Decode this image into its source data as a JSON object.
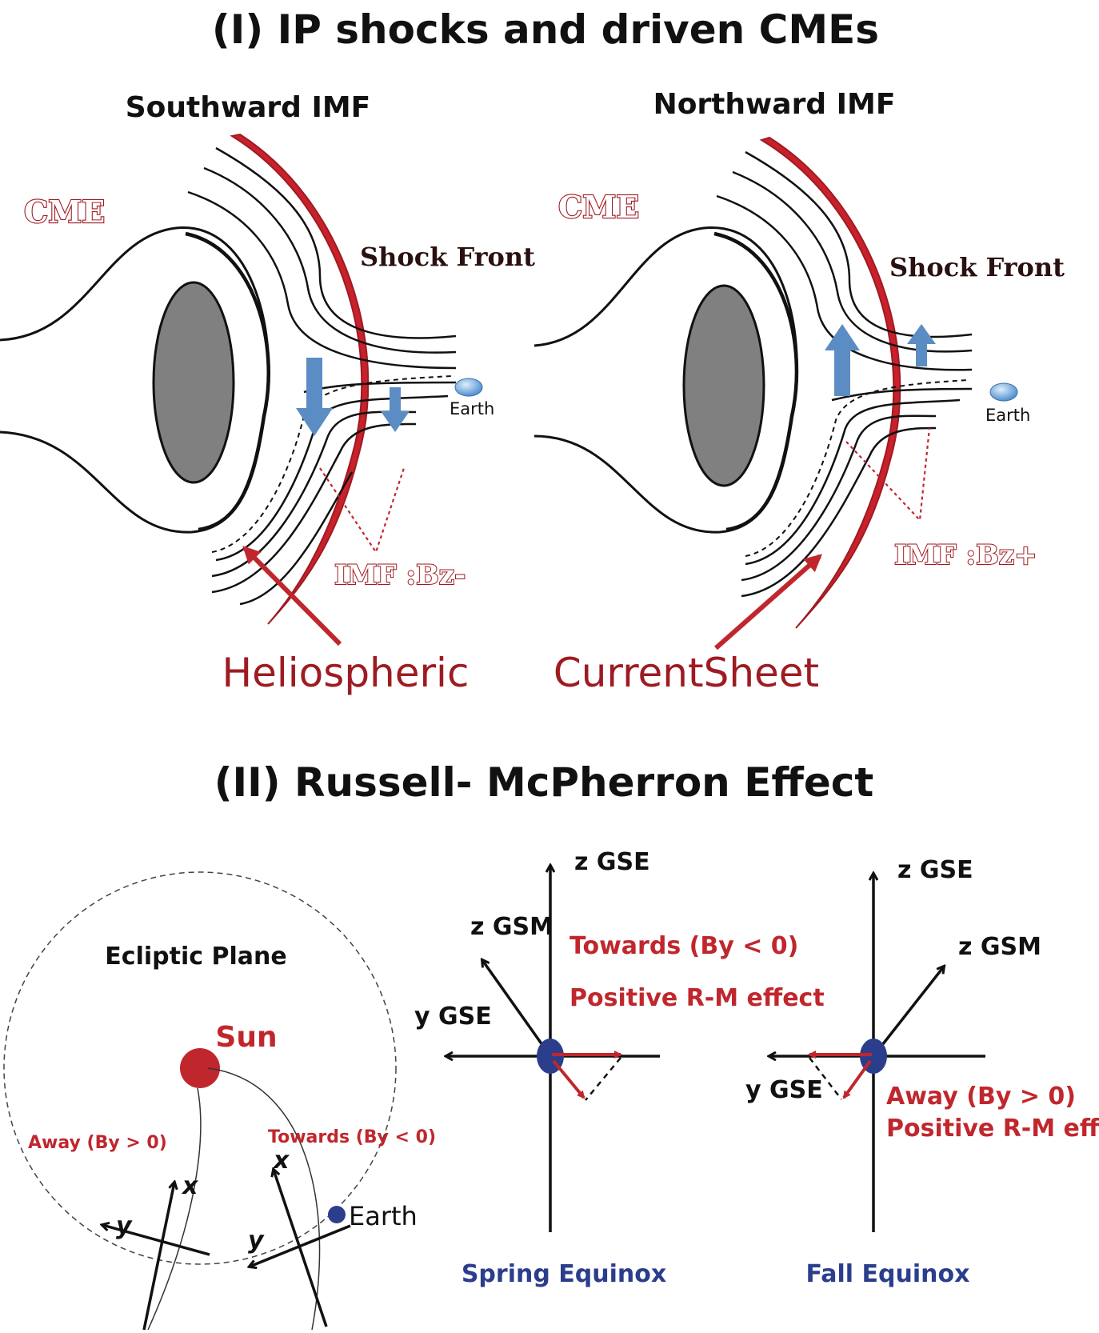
{
  "section1": {
    "title": "(I)  IP shocks and driven CMEs",
    "left": {
      "heading": "Southward IMF",
      "cme": "CME",
      "shock": "Shock Front",
      "earth": "Earth",
      "imf": "IMF :Bz-"
    },
    "right": {
      "heading": "Northward IMF",
      "cme": "CME",
      "shock": "Shock Front",
      "earth": "Earth",
      "imf": "IMF :Bz+"
    },
    "hcs_word1": "Heliospheric",
    "hcs_word2": "CurrentSheet"
  },
  "section2": {
    "title": "(II)  Russell- McPherron  Effect",
    "ecliptic": {
      "label": "Ecliptic Plane",
      "sun": "Sun",
      "away": "Away (By > 0)",
      "towards": "Towards (By < 0)",
      "earth": "Earth",
      "x1": "x",
      "y1": "y",
      "x2": "x",
      "y2": "y"
    },
    "spring": {
      "z_gse": "z GSE",
      "z_gsm": "z GSM",
      "y_gse": "y GSE",
      "line1": "Towards (By < 0)",
      "line2": "Positive R-M effect",
      "caption": "Spring Equinox"
    },
    "fall": {
      "z_gse": "z GSE",
      "z_gsm": "z GSM",
      "y_gse": "y GSE",
      "line1": "Away (By > 0)",
      "line2": "Positive R-M effect",
      "caption": "Fall Equinox"
    }
  },
  "colors": {
    "shock_red": "#c8212b",
    "dark_red": "#9e1b22",
    "arrow_blue": "#5b8dc4",
    "earth_blue": "#2b3e8c",
    "core_gray": "#808080"
  }
}
